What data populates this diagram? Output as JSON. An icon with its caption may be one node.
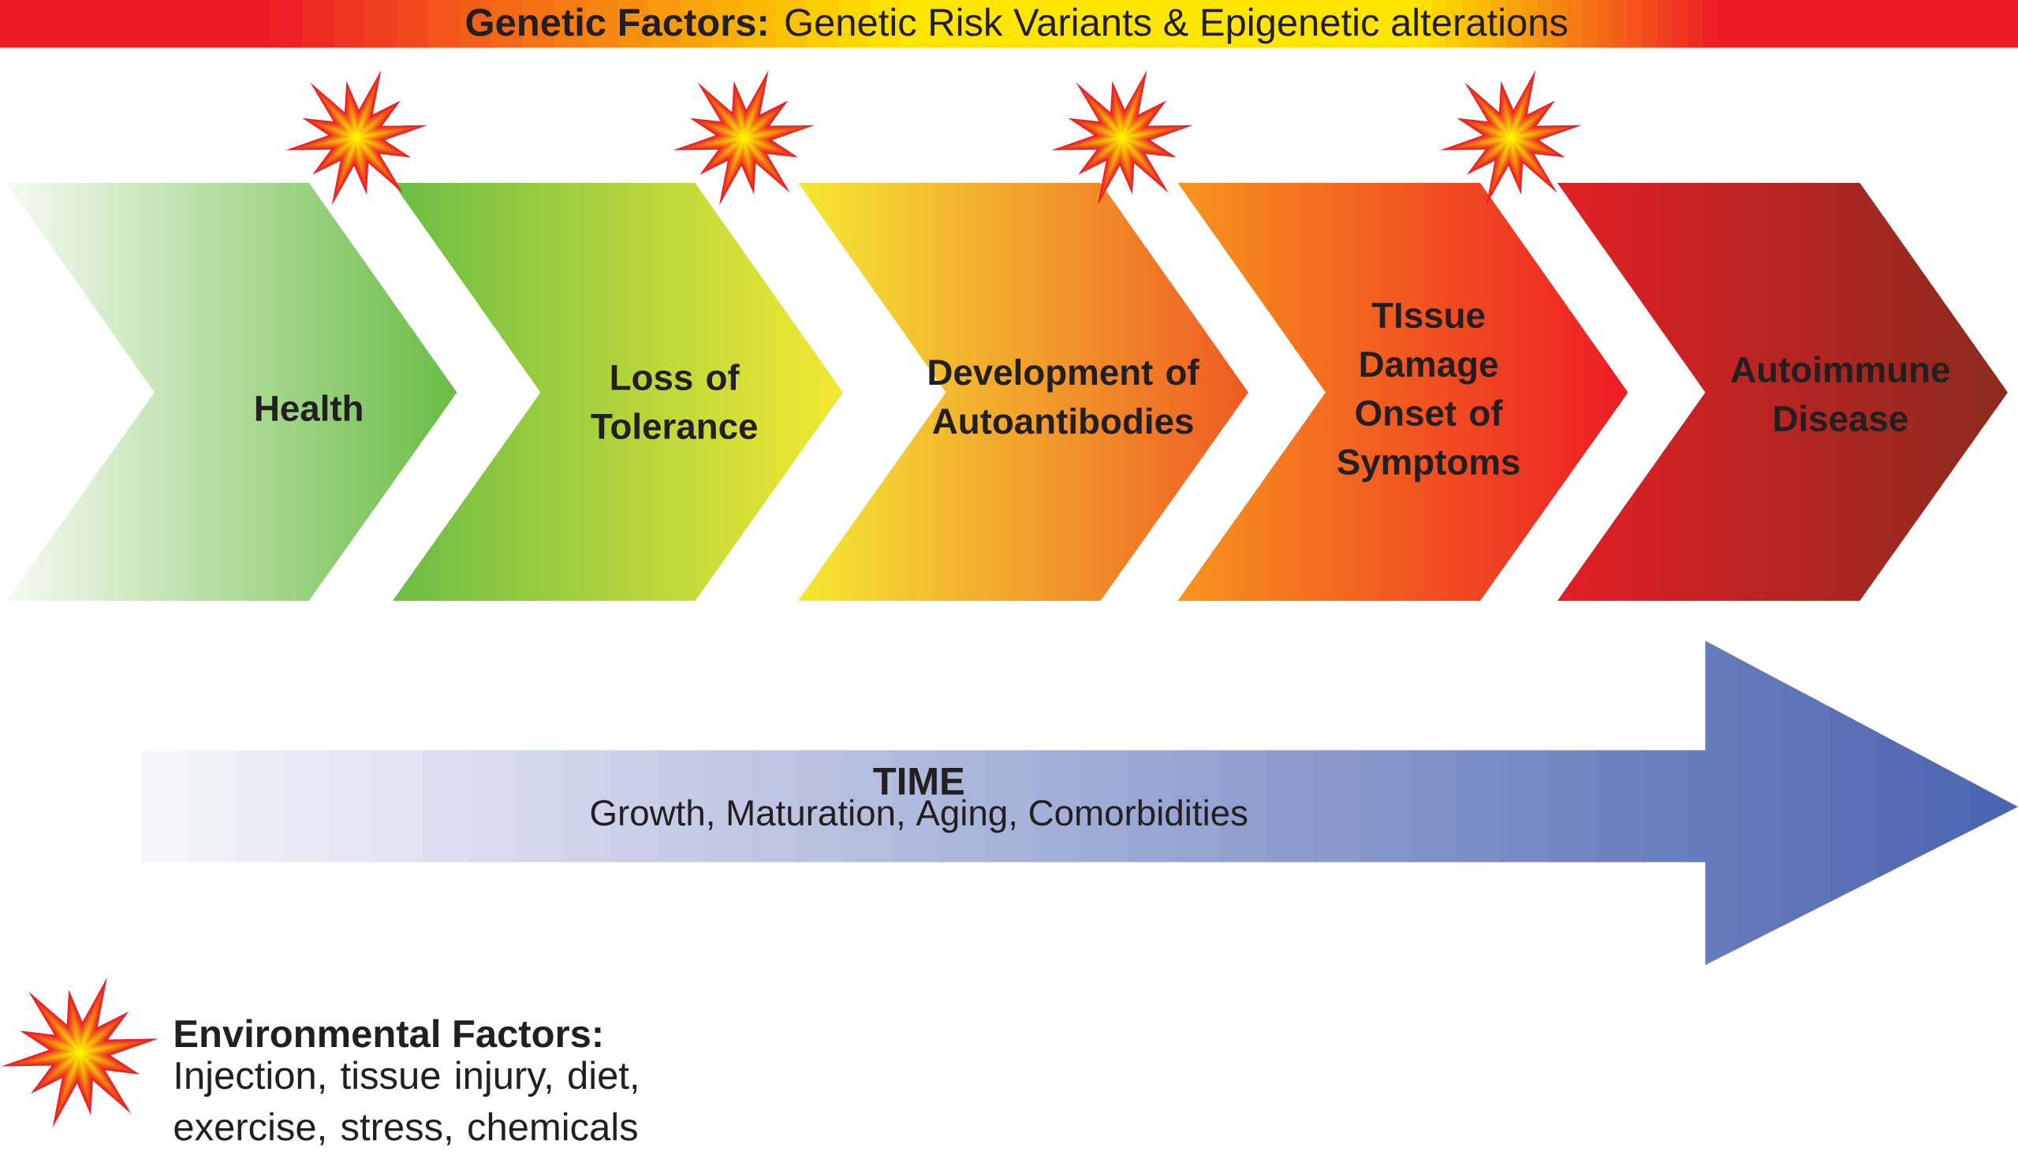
{
  "diagram": {
    "nodes": [
      {
        "text": [
          "Health"
        ]
      },
      {
        "text": [
          "Loss of Tolerance"
        ]
      },
      {
        "text": [
          "Development of Autoantibodies"
        ]
      },
      {
        "text": [
          "TIssue Damage Onset of Symptoms"
        ]
      },
      {
        "text": [
          "Autoimmune Disease"
        ]
      },
      {
        "text": [
          "TIME",
          "Growth, Maturation, Aging, Comorbidities"
        ]
      },
      {
        "text": [
          "**Genetic Factors:**  Genetic Risk Variants & Epigenetic alterations"
        ]
      }
    ],
    "labels": [
      "Environmental Factors:",
      "Injection, tissue injury, diet, exercise, stress, chemicals"
    ]
  }
}
